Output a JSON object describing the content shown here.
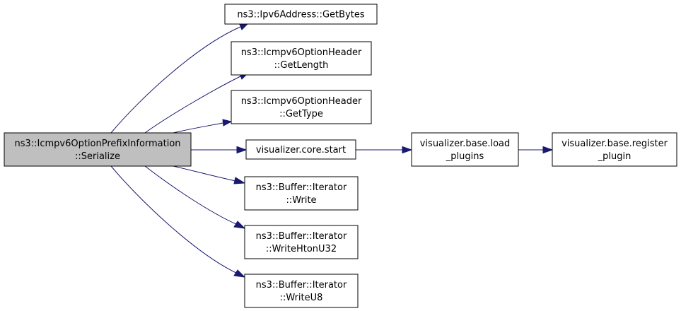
{
  "diagram": {
    "type": "call-graph",
    "colors": {
      "root_fill": "#bfbfbf",
      "node_fill": "#ffffff",
      "edge": "#191970"
    },
    "nodes": [
      {
        "id": "root",
        "lines": [
          "ns3::Icmpv6OptionPrefixInformation",
          "::Serialize"
        ]
      },
      {
        "id": "getbytes",
        "lines": [
          "ns3::Ipv6Address::GetBytes"
        ]
      },
      {
        "id": "getlength",
        "lines": [
          "ns3::Icmpv6OptionHeader",
          "::GetLength"
        ]
      },
      {
        "id": "gettype",
        "lines": [
          "ns3::Icmpv6OptionHeader",
          "::GetType"
        ]
      },
      {
        "id": "start",
        "lines": [
          "visualizer.core.start"
        ]
      },
      {
        "id": "load",
        "lines": [
          "visualizer.base.load",
          "_plugins"
        ]
      },
      {
        "id": "register",
        "lines": [
          "visualizer.base.register",
          "_plugin"
        ]
      },
      {
        "id": "write",
        "lines": [
          "ns3::Buffer::Iterator",
          "::Write"
        ]
      },
      {
        "id": "writehton",
        "lines": [
          "ns3::Buffer::Iterator",
          "::WriteHtonU32"
        ]
      },
      {
        "id": "writeu8",
        "lines": [
          "ns3::Buffer::Iterator",
          "::WriteU8"
        ]
      }
    ],
    "edges": [
      {
        "from": "root",
        "to": "getbytes"
      },
      {
        "from": "root",
        "to": "getlength"
      },
      {
        "from": "root",
        "to": "gettype"
      },
      {
        "from": "root",
        "to": "start"
      },
      {
        "from": "root",
        "to": "write"
      },
      {
        "from": "root",
        "to": "writehton"
      },
      {
        "from": "root",
        "to": "writeu8"
      },
      {
        "from": "start",
        "to": "load"
      },
      {
        "from": "load",
        "to": "register"
      }
    ]
  }
}
